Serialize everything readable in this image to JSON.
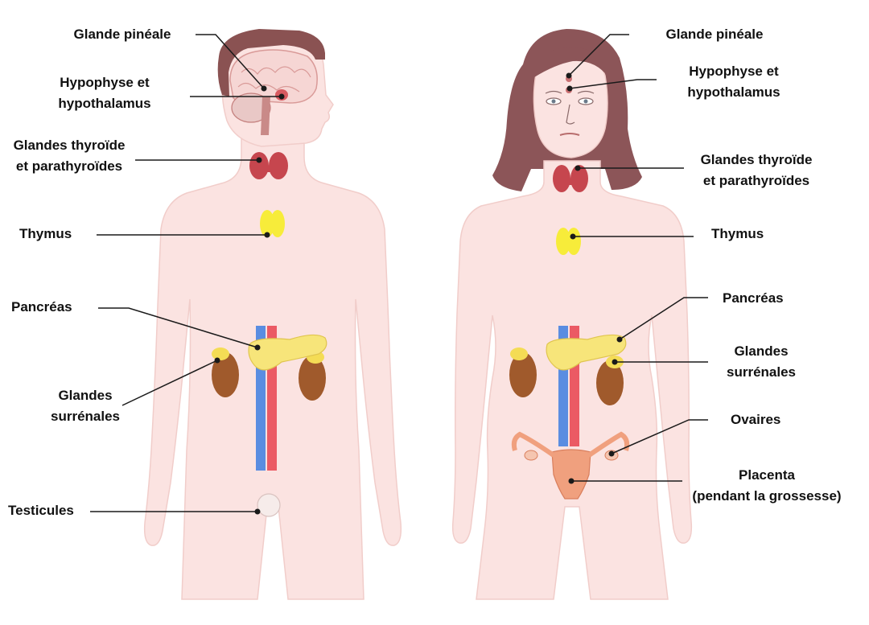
{
  "colors": {
    "skin": "#fbe3e1",
    "skin_outline": "#efc6c3",
    "hair_man": "#8a5252",
    "hair_woman": "#8c5558",
    "thyroid": "#c6464e",
    "thymus": "#f7ec3a",
    "pancreas": "#f7e57a",
    "kidney": "#a05a2c",
    "artery": "#e8424d",
    "vein": "#3d7ee0",
    "uterus": "#f0a07e",
    "brain": "#f6d6d4"
  },
  "man": {
    "pineal": "Glande pinéale",
    "hypo_l1": "Hypophyse et",
    "hypo_l2": "hypothalamus",
    "thyroid_l1": "Glandes thyroïde",
    "thyroid_l2": "et parathyroïdes",
    "thymus": "Thymus",
    "pancreas": "Pancréas",
    "adrenal_l1": "Glandes",
    "adrenal_l2": "surrénales",
    "testes": "Testicules"
  },
  "woman": {
    "pineal": "Glande pinéale",
    "hypo_l1": "Hypophyse et",
    "hypo_l2": "hypothalamus",
    "thyroid_l1": "Glandes thyroïde",
    "thyroid_l2": "et parathyroïdes",
    "thymus": "Thymus",
    "pancreas": "Pancréas",
    "adrenal_l1": "Glandes",
    "adrenal_l2": "surrénales",
    "ovaries": "Ovaires",
    "placenta_l1": "Placenta",
    "placenta_l2": "(pendant la grossesse)"
  }
}
